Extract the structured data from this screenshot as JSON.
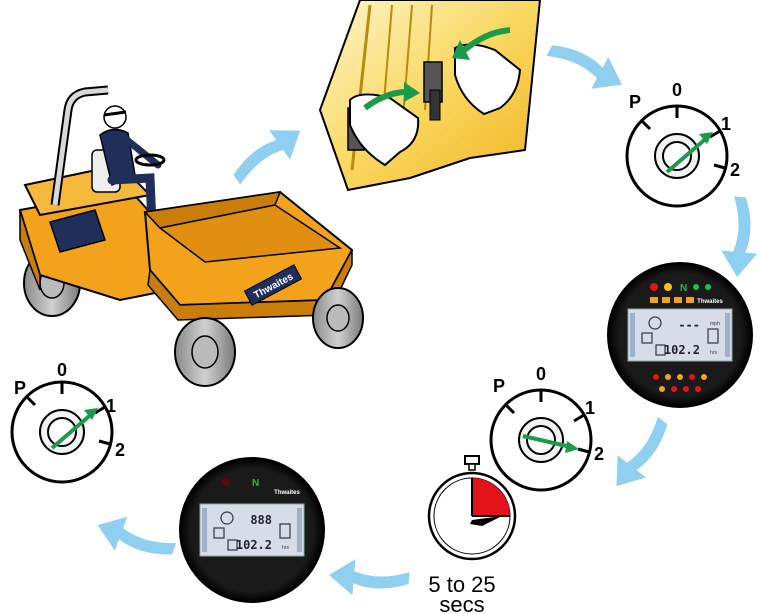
{
  "colors": {
    "arrow": "#8fd0f0",
    "dumper_body": "#f3a21b",
    "dumper_shadow": "#c97d0a",
    "dumper_dark": "#1f2f5a",
    "pedal_bg": "#f7d56a",
    "needle": "#1a9a4a",
    "timer_red": "#e3121b",
    "display_bg": "#0e0e0e",
    "lcd": "#d7dde8"
  },
  "dumper": {
    "brand": "Thwaites"
  },
  "key_switch_1": {
    "pos_p": "P",
    "pos_0": "0",
    "pos_1": "1",
    "pos_2": "2",
    "needle_position": "1"
  },
  "key_switch_2": {
    "pos_p": "P",
    "pos_0": "0",
    "pos_1": "1",
    "pos_2": "2",
    "needle_position": "2"
  },
  "key_switch_3": {
    "pos_p": "P",
    "pos_0": "0",
    "pos_1": "1",
    "pos_2": "2",
    "needle_position": "1"
  },
  "display_1": {
    "brand": "Thwaites",
    "neutral": "N",
    "upper_value": "---",
    "upper_unit": "mph",
    "lower_value": "102.2",
    "lower_unit": "hrs"
  },
  "display_2": {
    "brand": "Thwaites",
    "neutral": "N",
    "upper_value": "888",
    "lower_value": "102.2",
    "lower_unit": "hrs"
  },
  "timer": {
    "label_line1": "5 to 25",
    "label_line2": "secs",
    "filled_fraction": 0.25
  },
  "icons": [
    "dumper-icon",
    "pedals-icon",
    "key-switch-icon",
    "display-icon",
    "stopwatch-icon",
    "flow-arrow-icon"
  ]
}
